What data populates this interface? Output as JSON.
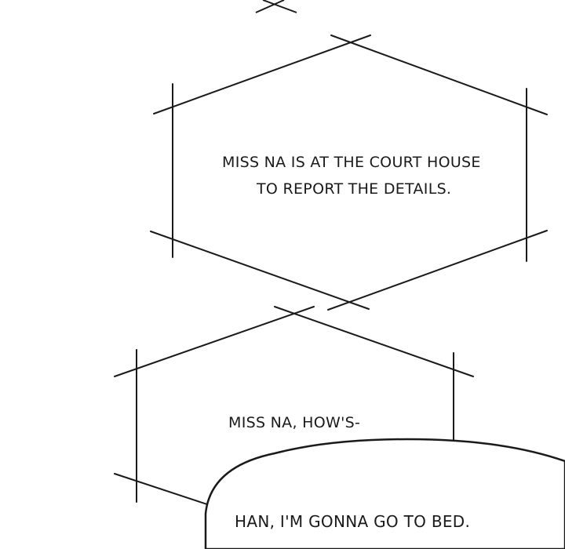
{
  "panel": {
    "bubble_one": {
      "line_1": "MISS NA IS AT THE COURT HOUSE",
      "line_2": "TO REPORT THE DETAILS."
    },
    "bubble_two": {
      "line_1": "MISS NA, HOW'S-"
    },
    "bubble_three": {
      "line_1": "HAN, I'M GONNA GO TO BED."
    }
  },
  "colors": {
    "background": "#ffffff",
    "ink": "#1a1a1a"
  }
}
